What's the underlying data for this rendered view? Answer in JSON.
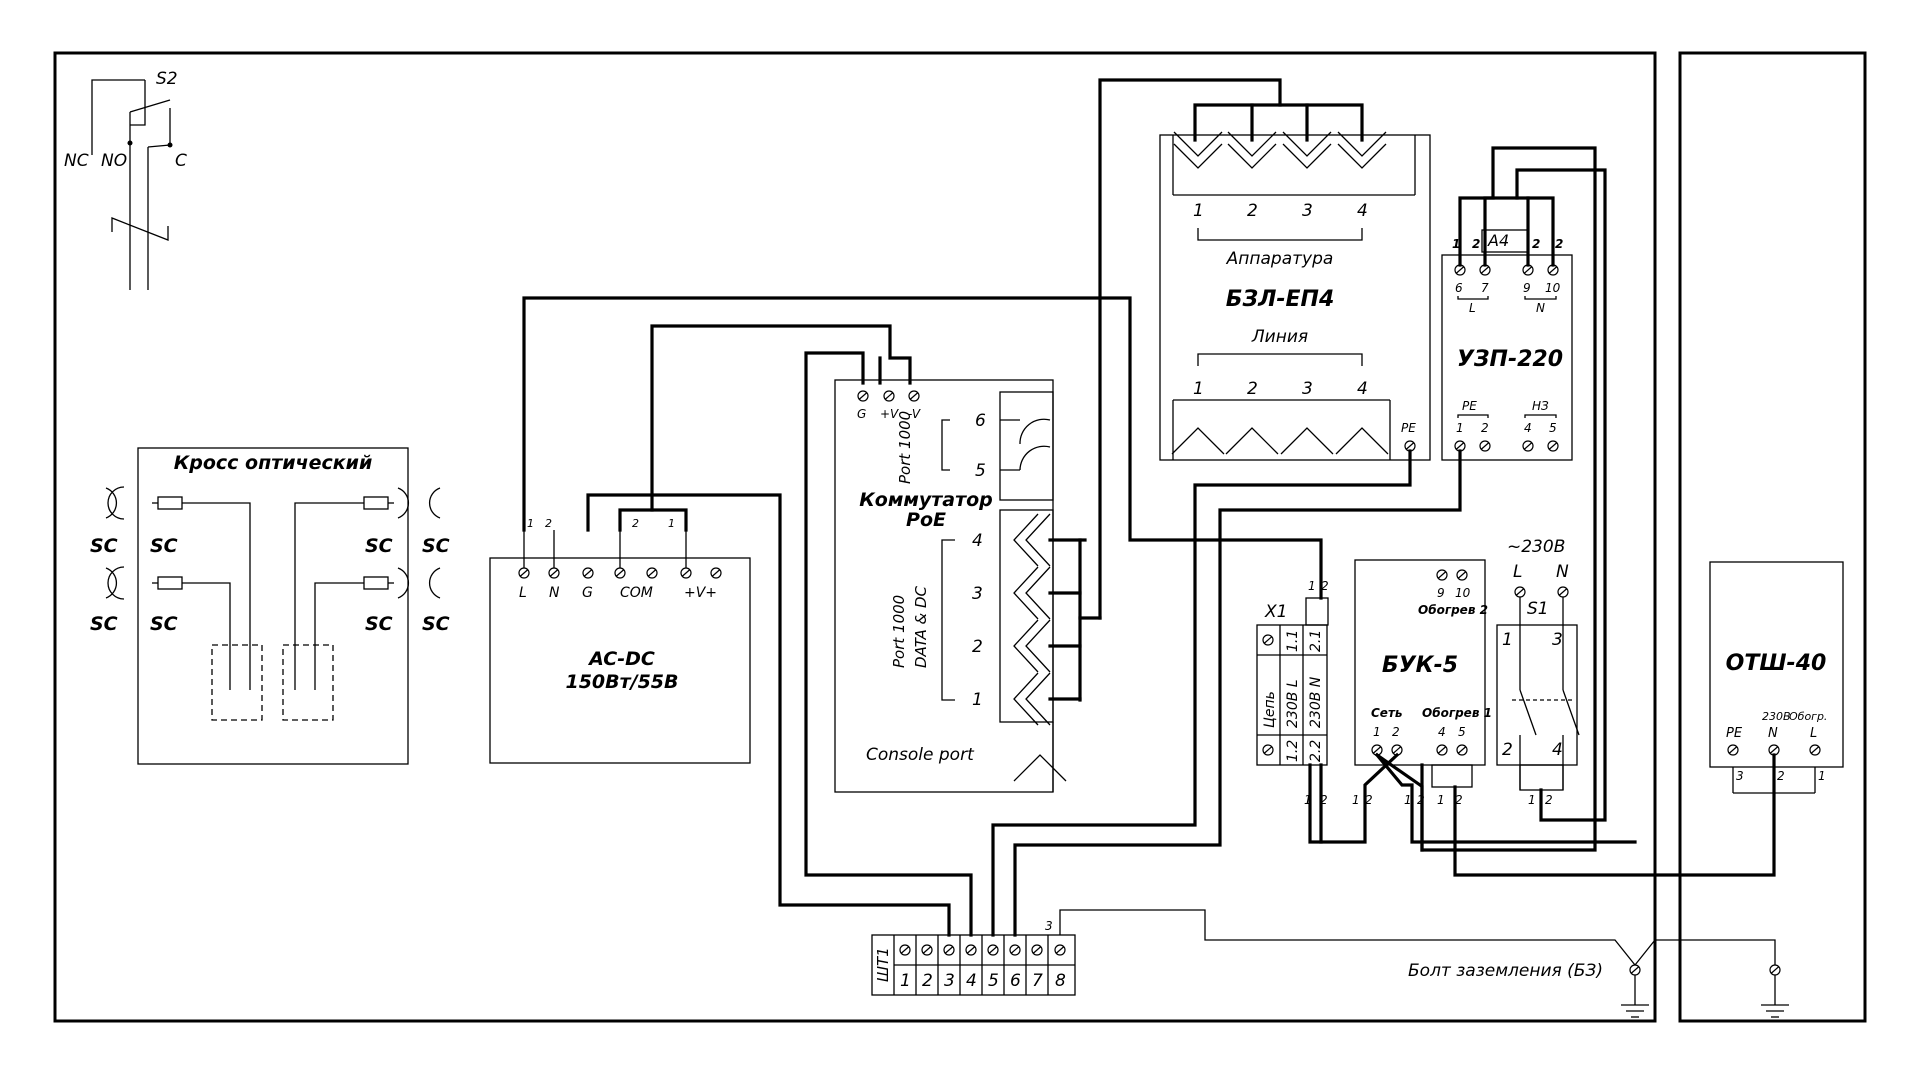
{
  "cross": {
    "title": "Кросс оптический",
    "sc": "SC"
  },
  "acdc": {
    "line1": "AC-DC",
    "line2": "150Вт/55В",
    "term_L": "L",
    "term_N": "N",
    "term_G": "G",
    "term_COM": "COM",
    "term_V": "+V+",
    "n1": "1",
    "n2": "2"
  },
  "switch": {
    "line1": "Коммутатор",
    "line2": "PoE",
    "term_G": "G",
    "term_PV": "+V",
    "term_MV": "-V",
    "port1000": "Port 1000",
    "port_data1": "Port 1000",
    "port_data2": "DATA & DC",
    "console": "Console port",
    "p1": "1",
    "p2": "2",
    "p3": "3",
    "p4": "4",
    "p5": "5",
    "p6": "6"
  },
  "bzl": {
    "title": "БЗЛ-ЕП4",
    "apparatus": "Аппаратура",
    "line": "Линия",
    "pe": "PE",
    "n1": "1",
    "n2": "2",
    "n3": "3",
    "n4": "4"
  },
  "uzp": {
    "title": "УЗП-220",
    "a4": "A4",
    "L": "L",
    "N": "N",
    "PE": "PE",
    "NZ": "НЗ",
    "t6": "6",
    "t7": "7",
    "t9": "9",
    "t10": "10",
    "t1": "1",
    "t2": "2",
    "t4": "4",
    "t5": "5"
  },
  "x1": {
    "title": "X1",
    "cepi": "Цепь",
    "c11": "1.1",
    "c12": "1.2",
    "c21": "2.1",
    "c22": "2.2",
    "l230": "230В L",
    "n230": "230В N"
  },
  "buk": {
    "title": "БУК-5",
    "heat2": "Обогрев 2",
    "heat1": "Обогрев 1",
    "set": "Сеть",
    "t9": "9",
    "t10": "10",
    "t1": "1",
    "t2": "2",
    "t4": "4",
    "t5": "5"
  },
  "s1": {
    "title": "S1",
    "v230": "~230В",
    "L": "L",
    "N": "N",
    "t1": "1",
    "t2": "2",
    "t3": "3",
    "t4": "4"
  },
  "s2": {
    "title": "S2",
    "nc": "NC",
    "no": "NO",
    "c": "C"
  },
  "otsh": {
    "title": "ОТШ-40",
    "pe": "PE",
    "n": "N",
    "l": "L",
    "v230": "230В",
    "obogr": "Обогр.",
    "t1": "1",
    "t2": "2",
    "t3": "3"
  },
  "xt1": {
    "title": "ШТ1",
    "terms": [
      "1",
      "2",
      "3",
      "4",
      "5",
      "6",
      "7",
      "8"
    ]
  },
  "ground": {
    "label": "Болт заземления (БЗ)"
  },
  "wire_marks": {
    "m1": "1",
    "m2": "2",
    "m3": "3"
  }
}
